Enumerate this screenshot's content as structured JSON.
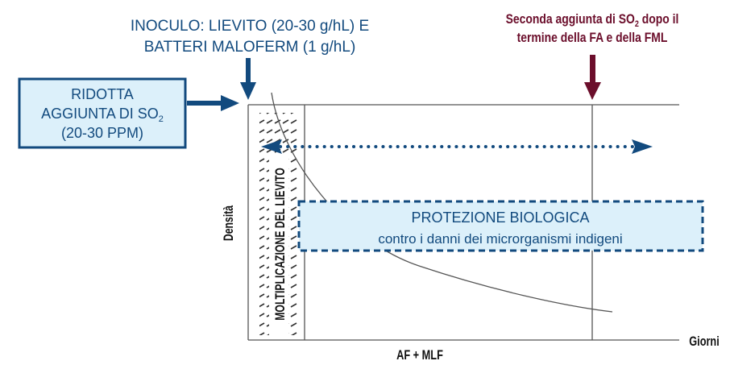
{
  "inoculo": {
    "line1": "INOCULO: LIEVITO (20-30 g/hL) E",
    "line2": "BATTERI MALOFERM (1 g/hL)"
  },
  "seconda": {
    "line1": "Seconda aggiunta di SO",
    "sub": "2",
    "line1b": " dopo il",
    "line2": "termine della FA e della FML"
  },
  "ridotta": {
    "line1": "RIDOTTA",
    "line2": "AGGIUNTA DI SO",
    "sub": "2",
    "line3": "(20-30 PPM)"
  },
  "moltiplicazione": "MOLTIPLICAZIONE DEL LIEVITO",
  "protezione": {
    "title": "PROTEZIONE BIOLOGICA",
    "subtitle": "contro i danni dei microrganismi indigeni"
  },
  "axes": {
    "y_label": "Densità",
    "x_label": "Giorni",
    "x_section": "AF + MLF"
  },
  "colors": {
    "blue": "#124a7e",
    "maroon": "#6b0e2b",
    "box_fill": "#dcf0fa",
    "line": "#555555"
  }
}
